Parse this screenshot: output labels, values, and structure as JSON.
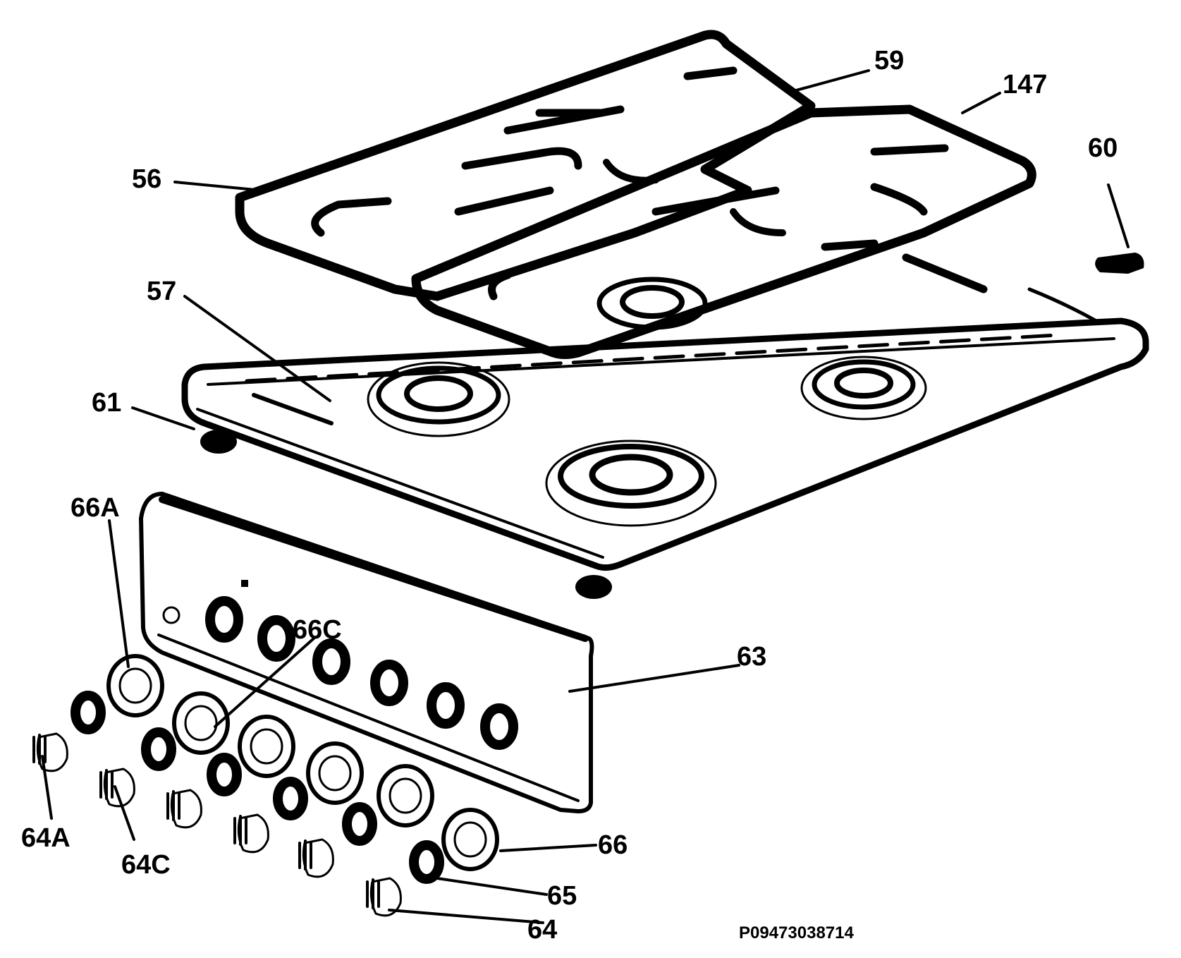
{
  "labels": {
    "l56": "56",
    "l57": "57",
    "l59": "59",
    "l147": "147",
    "l60": "60",
    "l61": "61",
    "l63": "63",
    "l66A": "66A",
    "l66C": "66C",
    "l64A": "64A",
    "l64C": "64C",
    "l66": "66",
    "l65": "65",
    "l64": "64"
  },
  "reference_code": "P09473038714"
}
